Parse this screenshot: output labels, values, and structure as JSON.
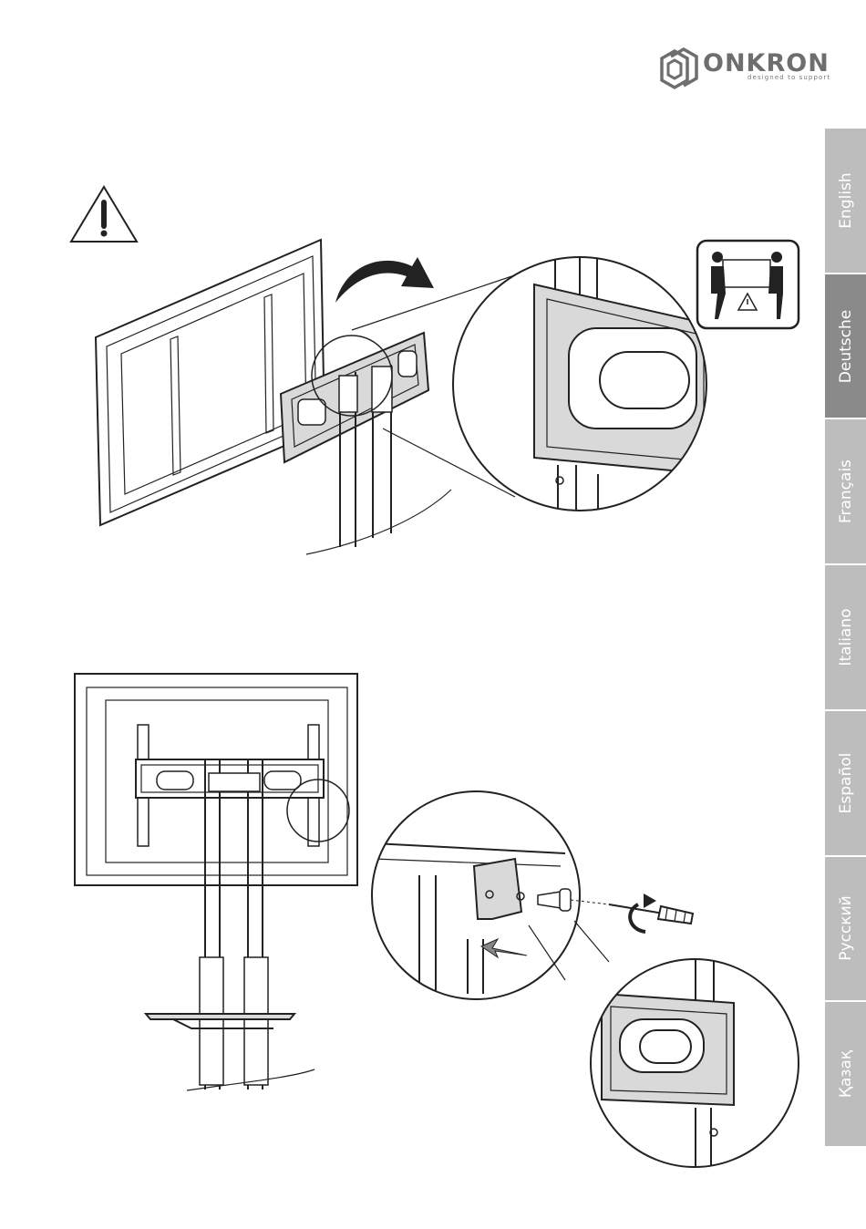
{
  "brand": {
    "name": "ONKRON",
    "tagline": "designed to support"
  },
  "language_tabs": [
    {
      "label": "English",
      "active": false
    },
    {
      "label": "Deutsche",
      "active": true
    },
    {
      "label": "Français",
      "active": false
    },
    {
      "label": "Italiano",
      "active": false
    },
    {
      "label": "Español",
      "active": false
    },
    {
      "label": "Русский",
      "active": false
    },
    {
      "label": "Қазақ",
      "active": false
    }
  ],
  "icons": {
    "warning": "warning-triangle-icon",
    "two_person_lift": "two-person-lift-icon",
    "rotate_arrow": "curved-arrow-icon",
    "screwdriver": "screwdriver-icon"
  },
  "colors": {
    "tab_inactive": "#bdbdbd",
    "tab_active": "#8a8a8a",
    "line": "#222222",
    "logo": "#6e6e6e"
  }
}
